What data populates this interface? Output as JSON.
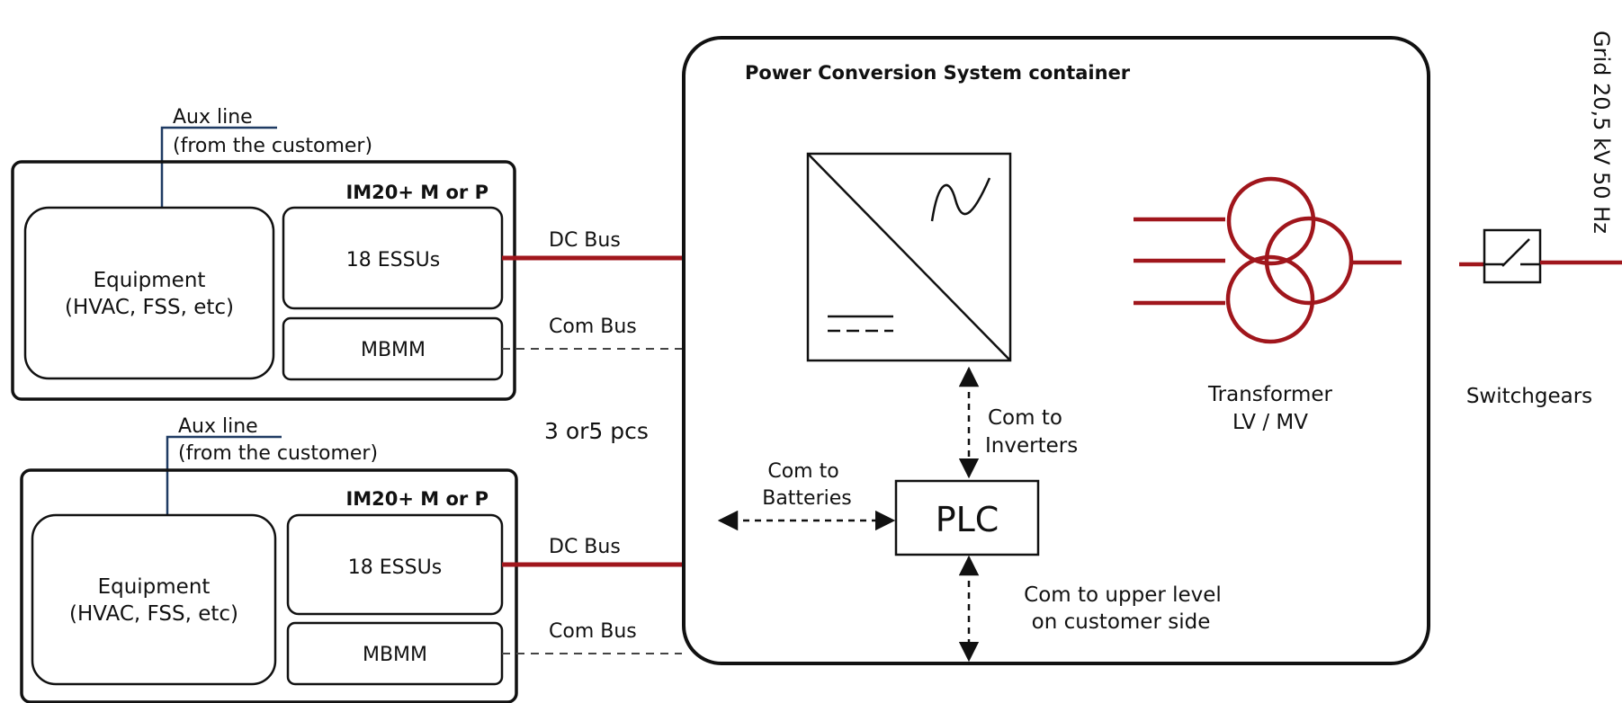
{
  "colors": {
    "line": "#111111",
    "dc_bus": "#a0161c",
    "transformer": "#a0161c",
    "aux_line": "#1f3b63",
    "dashed": "#444444"
  },
  "modules": [
    {
      "aux_title": "Aux line",
      "aux_sub": "(from the customer)",
      "module_title": "IM20+ M or P",
      "equipment_line1": "Equipment",
      "equipment_line2": "(HVAC, FSS, etc)",
      "essu_label": "18 ESSUs",
      "mbmm_label": "MBMM",
      "dc_bus": "DC Bus",
      "com_bus": "Com Bus"
    },
    {
      "aux_title": "Aux line",
      "aux_sub": "(from the customer)",
      "module_title": "IM20+ M or P",
      "equipment_line1": "Equipment",
      "equipment_line2": "(HVAC, FSS, etc)",
      "essu_label": "18 ESSUs",
      "mbmm_label": "MBMM",
      "dc_bus": "DC Bus",
      "com_bus": "Com Bus"
    }
  ],
  "qty_label": "3 or5 pcs",
  "pcs_title": "Power Conversion System container",
  "plc_label": "PLC",
  "com_inverters": [
    "Com to",
    "Inverters"
  ],
  "com_batteries": [
    "Com to",
    "Batteries"
  ],
  "com_upper": [
    "Com to upper level",
    "on customer side"
  ],
  "transformer": [
    "Transformer",
    "LV / MV"
  ],
  "switchgears": "Switchgears",
  "grid": "Grid 20,5 kV 50 Hz"
}
